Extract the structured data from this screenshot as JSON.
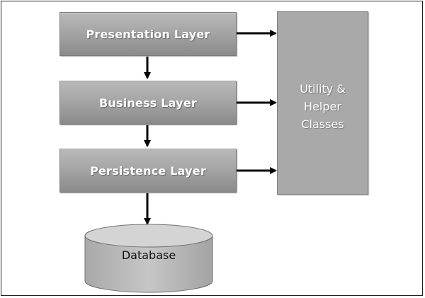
{
  "diagram": {
    "layers": [
      {
        "id": "presentation",
        "label": "Presentation Layer"
      },
      {
        "id": "business",
        "label": "Business Layer"
      },
      {
        "id": "persistence",
        "label": "Persistence Layer"
      }
    ],
    "utility": {
      "lines": [
        "Utility &",
        "Helper",
        "Classes"
      ]
    },
    "database": {
      "label": "Database"
    }
  }
}
